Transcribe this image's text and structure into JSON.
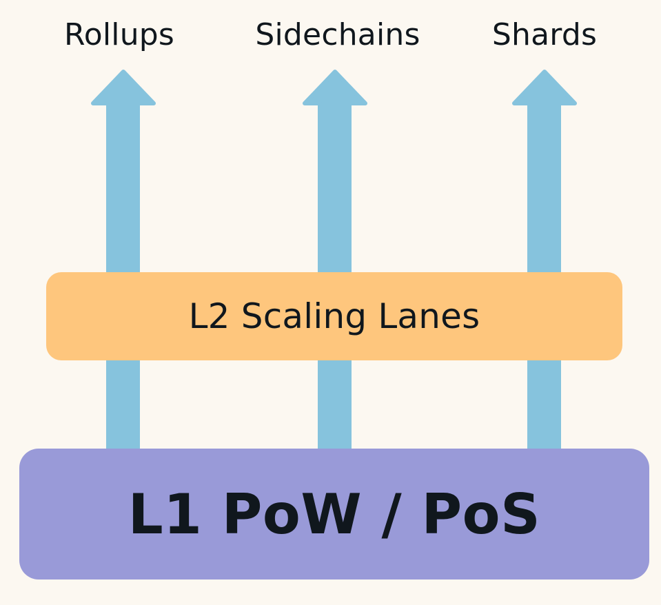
{
  "diagram": {
    "arrow_color": "#86c3dd",
    "background_color": "#fcf8f1",
    "labels": {
      "rollups": "Rollups",
      "sidechains": "Sidechains",
      "shards": "Shards"
    },
    "layers": {
      "l2": {
        "label": "L2 Scaling Lanes",
        "color": "#fec67d"
      },
      "l1": {
        "label": "L1 PoW / PoS",
        "color": "#999ad8"
      }
    }
  }
}
